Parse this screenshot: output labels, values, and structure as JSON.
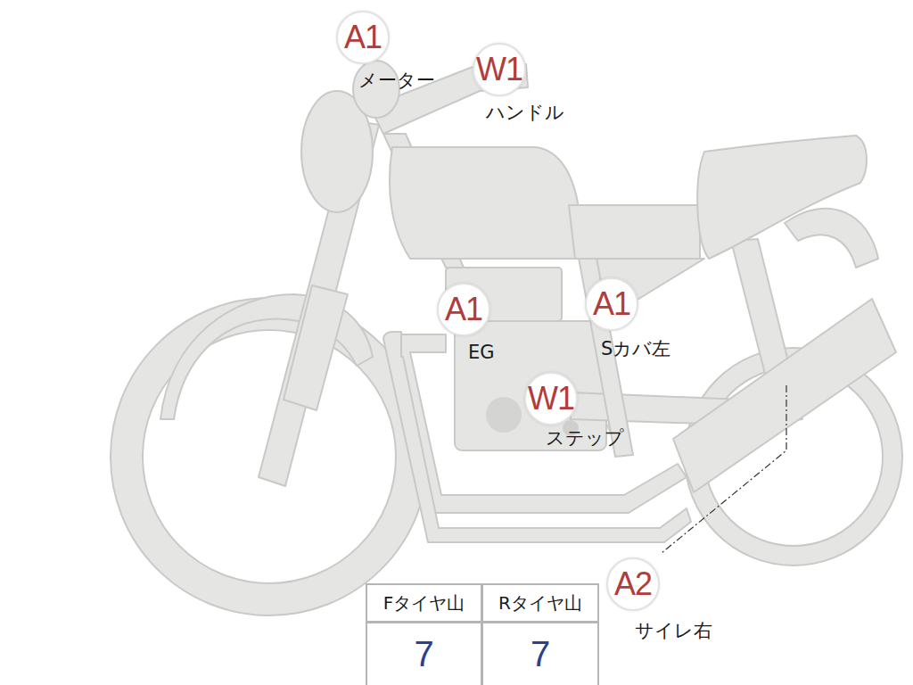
{
  "diagram": {
    "nodes": [
      {
        "text": [
          "A1",
          "メーター"
        ]
      },
      {
        "text": [
          "W1",
          "ハンドル"
        ]
      },
      {
        "text": [
          "A1",
          "EG"
        ]
      },
      {
        "text": [
          "A1",
          "Sカバ左"
        ]
      },
      {
        "text": [
          "W1",
          "ステップ"
        ]
      },
      {
        "text": [
          "A2",
          "サイレ右"
        ]
      }
    ],
    "labels": [
      "Fタイヤ山",
      "Rタイヤ山",
      "7",
      "7"
    ]
  }
}
